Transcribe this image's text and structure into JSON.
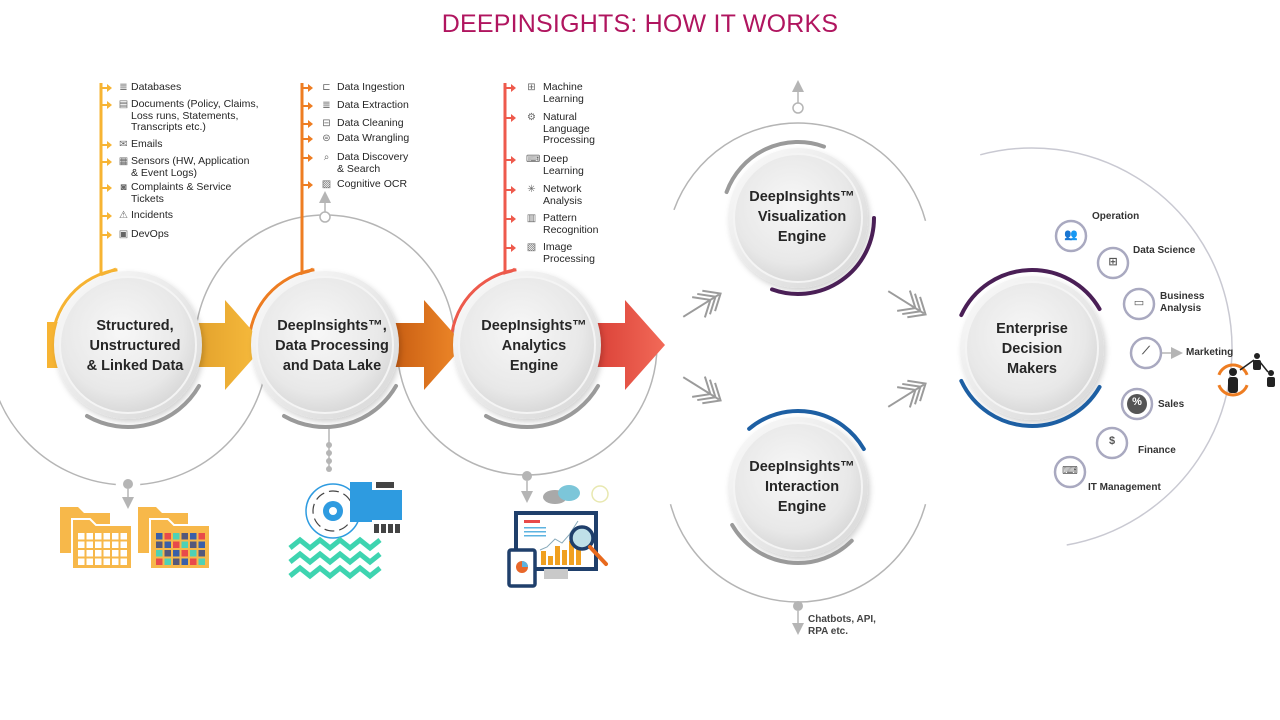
{
  "title": "DEEPINSIGHTS: HOW IT WORKS",
  "colors": {
    "title": "#b0155f",
    "stage1": "#f7b433",
    "stage2": "#ee7d22",
    "stage3": "#ee5a4c",
    "visualization_arc": "#4a1f56",
    "interaction_arc": "#1d5fa3",
    "connector_gray": "#b5b5b5"
  },
  "stages": [
    {
      "id": "sources",
      "label_lines": [
        "Structured,",
        "Unstructured",
        "& Linked Data"
      ],
      "items": [
        {
          "icon": "database-icon",
          "glyph": "≣",
          "lines": [
            "Databases"
          ]
        },
        {
          "icon": "document-icon",
          "glyph": "▤",
          "lines": [
            "Documents (Policy, Claims,",
            "Loss runs, Statements,",
            "Transcripts etc.)"
          ]
        },
        {
          "icon": "email-icon",
          "glyph": "✉",
          "lines": [
            "Emails"
          ]
        },
        {
          "icon": "sensor-chip-icon",
          "glyph": "▦",
          "lines": [
            "Sensors (HW, Application",
            "& Event Logs)"
          ]
        },
        {
          "icon": "ticket-icon",
          "glyph": "◙",
          "lines": [
            "Complaints & Service",
            "Tickets"
          ]
        },
        {
          "icon": "warning-icon",
          "glyph": "⚠",
          "lines": [
            "Incidents"
          ]
        },
        {
          "icon": "devops-icon",
          "glyph": "▣",
          "lines": [
            "DevOps"
          ]
        }
      ],
      "illustration": "folders-illustration"
    },
    {
      "id": "processing",
      "label_lines": [
        "DeepInsights™,",
        "Data Processing",
        "and Data Lake"
      ],
      "items": [
        {
          "icon": "ingestion-icon",
          "glyph": "⊏",
          "lines": [
            "Data Ingestion"
          ]
        },
        {
          "icon": "extraction-icon",
          "glyph": "≣",
          "lines": [
            "Data Extraction"
          ]
        },
        {
          "icon": "cleaning-icon",
          "glyph": "⊟",
          "lines": [
            "Data Cleaning"
          ]
        },
        {
          "icon": "wrangling-icon",
          "glyph": "⊜",
          "lines": [
            "Data Wrangling"
          ]
        },
        {
          "icon": "discovery-search-icon",
          "glyph": "⌕",
          "lines": [
            "Data Discovery",
            "& Search"
          ]
        },
        {
          "icon": "image-ocr-icon",
          "glyph": "▨",
          "lines": [
            "Cognitive OCR"
          ]
        }
      ],
      "illustration": "data-lake-illustration"
    },
    {
      "id": "analytics",
      "label_lines": [
        "DeepInsights™",
        "Analytics",
        "Engine"
      ],
      "items": [
        {
          "icon": "machine-learning-icon",
          "glyph": "⊞",
          "lines": [
            "Machine",
            "Learning"
          ]
        },
        {
          "icon": "nlp-chip-icon",
          "glyph": "⚙",
          "lines": [
            "Natural",
            "Language",
            "Processing"
          ]
        },
        {
          "icon": "deep-learning-icon",
          "glyph": "⌨",
          "lines": [
            "Deep",
            "Learning"
          ]
        },
        {
          "icon": "network-icon",
          "glyph": "✳",
          "lines": [
            "Network",
            "Analysis"
          ]
        },
        {
          "icon": "pattern-phone-icon",
          "glyph": "▥",
          "lines": [
            "Pattern",
            "Recognition"
          ]
        },
        {
          "icon": "image-processing-icon",
          "glyph": "▧",
          "lines": [
            "Image",
            "Processing"
          ]
        }
      ],
      "illustration": "analytics-dashboard-illustration"
    }
  ],
  "engines": {
    "visualization": {
      "label_lines": [
        "DeepInsights™",
        "Visualization",
        "Engine"
      ]
    },
    "interaction": {
      "label_lines": [
        "DeepInsights™",
        "Interaction",
        "Engine"
      ]
    },
    "interaction_output": {
      "lines": [
        "Chatbots, API,",
        "RPA etc."
      ]
    }
  },
  "decision": {
    "label_lines": [
      "Enterprise",
      "Decision",
      "Makers"
    ],
    "departments": [
      {
        "icon": "team-icon",
        "glyph": "👥",
        "lines": [
          "Operation"
        ]
      },
      {
        "icon": "data-science-icon",
        "glyph": "⊞",
        "lines": [
          "Data Science"
        ]
      },
      {
        "icon": "laptop-icon",
        "glyph": "▭",
        "lines": [
          "Business",
          "Analysis"
        ]
      },
      {
        "icon": "trend-line-icon",
        "glyph": "⟋",
        "lines": [
          "Marketing"
        ]
      },
      {
        "icon": "percent-badge-icon",
        "glyph": "%",
        "lines": [
          "Sales"
        ]
      },
      {
        "icon": "money-icon",
        "glyph": "$",
        "lines": [
          "Finance"
        ]
      },
      {
        "icon": "it-laptop-icon",
        "glyph": "⌨",
        "lines": [
          "IT Management"
        ]
      }
    ],
    "marketing_illustration": "people-network-icon"
  }
}
